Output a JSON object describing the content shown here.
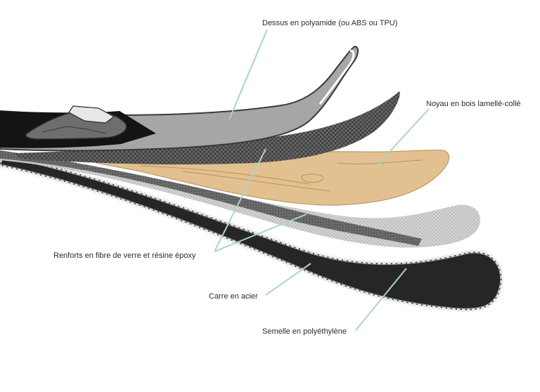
{
  "labels": {
    "top_sheet": "Dessus en polyamide (ou ABS ou TPU)",
    "core": "Noyau en bois lamellé-collé",
    "fiber": "Renforts en fibre de verre et résine époxy",
    "edge": "Carre en acier",
    "base": "Semelle en polyéthylène"
  },
  "colors": {
    "leader": "#a9d6c1",
    "base": "#262626",
    "edge": "#e9e9e9",
    "wood": "#e3c08f",
    "fiber_dark": "#4a4a4a",
    "fiber_light": "#c5c5c5",
    "topsheet": "#a6a6a6",
    "binding": "#6e6e6e"
  }
}
